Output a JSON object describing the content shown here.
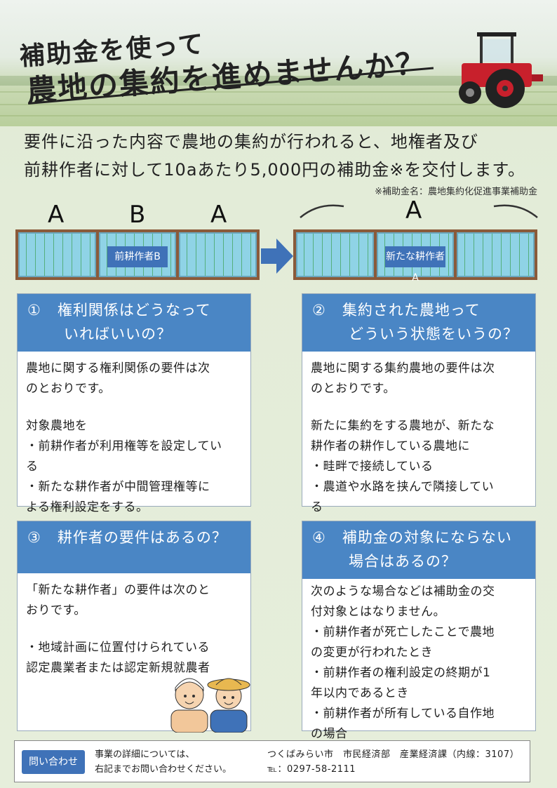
{
  "header": {
    "title_line1": "補助金を使って",
    "title_line2": "農地の集約を進めませんか？"
  },
  "intro": {
    "line1": "要件に沿った内容で農地の集約が行われると、地権者及び",
    "line2": "前耕作者に対して10aあたり5,000円の補助金※を交付します。",
    "note": "※補助金名：農地集約化促進事業補助金"
  },
  "diagram": {
    "before_labels": [
      "A",
      "B",
      "A"
    ],
    "before_tag": "前耕作者B",
    "after_label": "A",
    "after_tag": "新たな耕作者A"
  },
  "cards": [
    {
      "number": "①",
      "title_line1": "権利関係はどうなって",
      "title_line2": "いればいいの？",
      "body": [
        "農地に関する権利関係の要件は次",
        "のとおりです。",
        "",
        "対象農地を",
        "・前耕作者が利用権等を設定してい",
        "る",
        "・新たな耕作者が中間管理権等に",
        "よる権利設定をする。"
      ]
    },
    {
      "number": "②",
      "title_line1": "集約された農地って",
      "title_line2": "どういう状態をいうの？",
      "body": [
        "農地に関する集約農地の要件は次",
        "のとおりです。",
        "",
        "新たに集約をする農地が、新たな",
        "耕作者の耕作している農地に",
        "・畦畔で接続している",
        "・農道や水路を挟んで隣接してい",
        "る"
      ]
    },
    {
      "number": "③",
      "title_line1": "耕作者の要件はあるの？",
      "title_line2": "",
      "body": [
        "「新たな耕作者」の要件は次のと",
        "おりです。",
        "",
        "・地域計画に位置付けられている",
        "認定農業者または認定新規就農者"
      ]
    },
    {
      "number": "④",
      "title_line1": "補助金の対象にならない",
      "title_line2": "場合はあるの？",
      "body": [
        "次のような場合などは補助金の交",
        "付対象とはなりません。",
        "・前耕作者が死亡したことで農地",
        "の変更が行われたとき",
        "・前耕作者の権利設定の終期が1",
        "年以内であるとき",
        "・前耕作者が所有している自作地",
        "の場合"
      ]
    }
  ],
  "contact": {
    "badge": "問い合わせ",
    "desc_line1": "事業の詳細については、",
    "desc_line2": "右記までお問い合わせください。",
    "org_line1": "つくばみらい市　市民経済部　産業経済課（内線：3107）",
    "org_line2": "℡：0297-58-2111"
  },
  "colors": {
    "header_blue": "#4a86c5",
    "paddy_water": "#8fd3e6",
    "field_border": "#8a5a3a",
    "tractor_red": "#c8202c"
  }
}
